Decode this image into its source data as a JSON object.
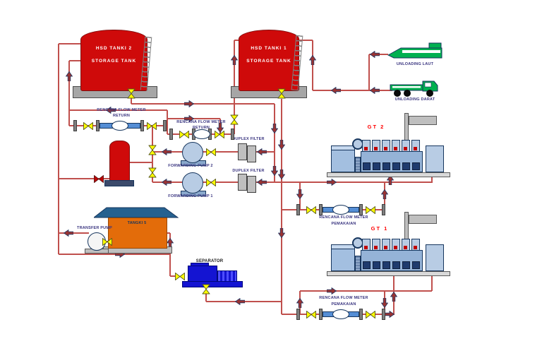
{
  "diagram": {
    "tanks": [
      {
        "name": "HSD TANKI 2",
        "type": "STORAGE TANK"
      },
      {
        "name": "HSD TANKI 1",
        "type": "STORAGE TANK"
      }
    ],
    "unloading": {
      "sea": "UNLOADING LAUT",
      "land": "UNLOADING DARAT"
    },
    "generators": [
      {
        "label": "GT 2"
      },
      {
        "label": "GT 1"
      }
    ],
    "flow_meters": [
      {
        "line1": "RENCANA FLOW METER",
        "line2": "RETURN"
      },
      {
        "line1": "RENCANA FLOW METER",
        "line2": "RETURN"
      },
      {
        "line1": "RENCANA FLOW METER",
        "line2": "PEMAKAIAN"
      },
      {
        "line1": "RENCANA FLOW METER",
        "line2": "PEMAKAIAN"
      }
    ],
    "pumps": {
      "forwarding_2": "FORWARDING PUMP 2",
      "forwarding_1": "FORWARDING PUMP 1",
      "transfer": "TRANSFER PUMP"
    },
    "filters": [
      {
        "label": "DUPLEX FILTER"
      },
      {
        "label": "DUPLEX FILTER"
      }
    ],
    "day_tank": {
      "label": "TANGKI 5"
    },
    "separator": {
      "label": "SEPARATOR"
    },
    "colors": {
      "pipe": "#c0504d",
      "flow_arrow": "#9b3332",
      "valve_yellow": "#ffff00",
      "valve_red": "#c00000",
      "tank_red": "#cf0a0a",
      "equipment_green": "#00b050",
      "genset_blue": "#95b3d7",
      "separator_blue": "#1414d2",
      "building_orange": "#e36c0a",
      "label_navy": "#3a3580",
      "gt_label_red": "#ff0000"
    }
  }
}
